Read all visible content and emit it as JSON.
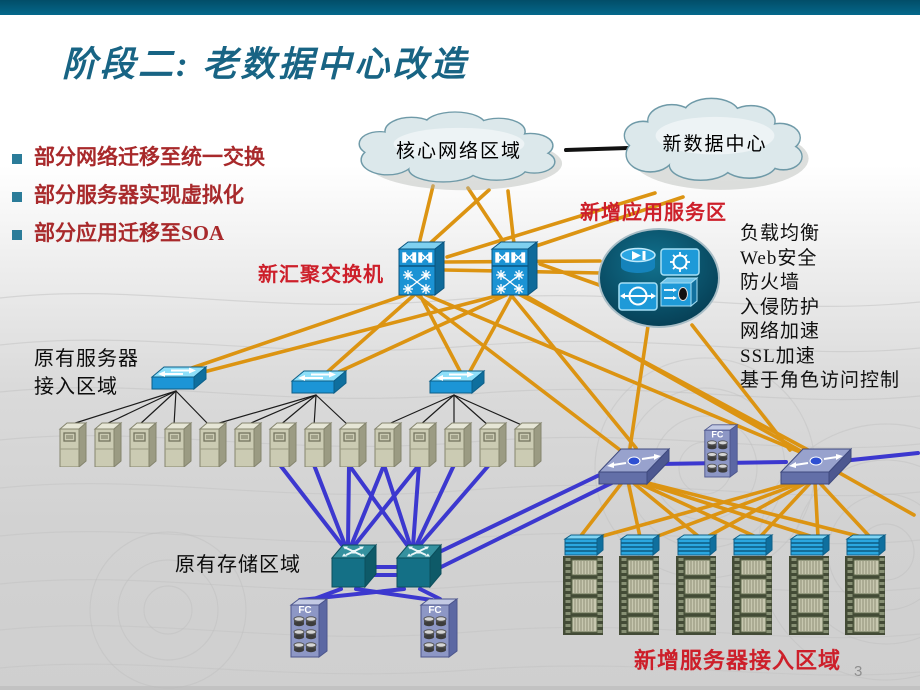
{
  "slide": {
    "title": "阶段二: 老数据中心改造",
    "page_number": "3"
  },
  "bullets": [
    {
      "label": "部分网络迁移至统一交换"
    },
    {
      "label": "部分服务器实现虚拟化"
    },
    {
      "label": "部分应用迁移至SOA"
    }
  ],
  "diagram": {
    "cloud_core": "核心网络区域",
    "cloud_new_dc": "新数据中心",
    "label_new_app_zone": "新增应用服务区",
    "label_new_agg_switch": "新汇聚交换机",
    "label_old_server_zone_line1": "原有服务器",
    "label_old_server_zone_line2": "接入区域",
    "label_old_storage_zone": "原有存储区域",
    "label_new_server_zone": "新增服务器接入区域",
    "fc_label": "FC",
    "services": [
      "负载均衡",
      "Web安全",
      "防火墙",
      "入侵防护",
      "网络加速",
      "SSL加速",
      "基于角色访问控制"
    ]
  },
  "colors": {
    "top_bar": "#03607f",
    "title": "#186484",
    "bullet_text": "#a8292b",
    "red_label": "#cd1f2a",
    "orange_link": "#dc9412",
    "blue_link": "#3c38cf",
    "black_link": "#1a1a1a",
    "cloud_fill": "#dce8eb",
    "circle_fill": "#0a5a75"
  }
}
